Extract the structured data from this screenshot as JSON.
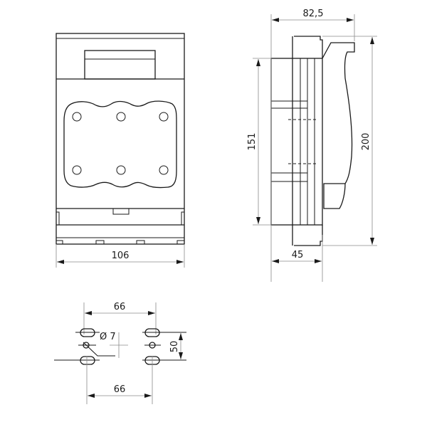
{
  "front_view": {
    "width_dim": "106"
  },
  "side_view": {
    "depth_dim": "82,5",
    "body_height_dim": "151",
    "total_height_dim": "200",
    "body_depth_dim": "45"
  },
  "mounting_plan": {
    "top_spacing_dim": "66",
    "bottom_spacing_dim": "66",
    "vertical_spacing_dim": "50",
    "hole_diameter_dim": "Ø 7"
  }
}
